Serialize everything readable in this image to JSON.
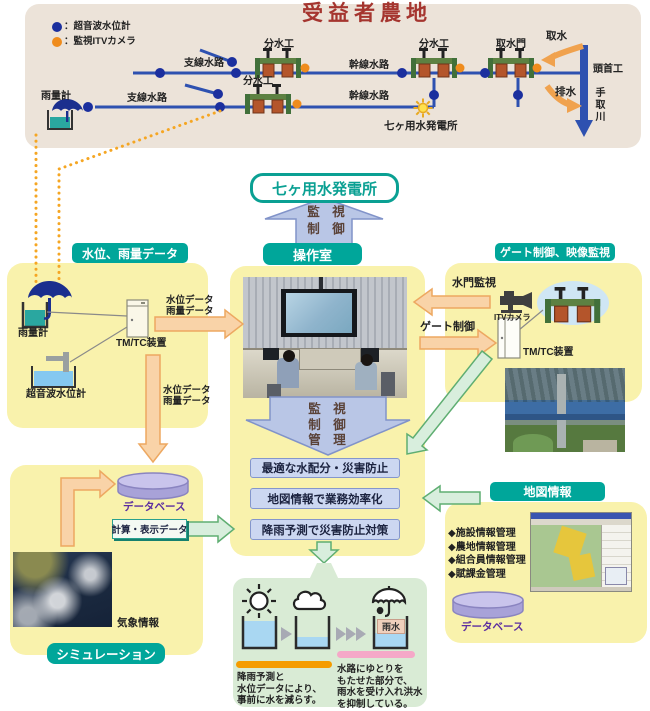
{
  "colors": {
    "teal_header": "#00a69a",
    "panel_yellow": "#f9f2ac",
    "farmland_beige": "#ece3d9",
    "title_red": "#a5352f",
    "channel_blue": "#2e51b0",
    "sensor_dot_blue": "#1b2f9e",
    "itv_dot_orange": "#ef8c1d",
    "peach_arrow": "#f9d3a8",
    "green_arrow": "#d8eedd",
    "blue_arrow": "#b9c6e6",
    "goal_box_blue": "#ccd7f1",
    "database_purple": "#a8a2d8",
    "note_green": "#d9ebd5",
    "bar_orange": "#f59c00",
    "bar_pink": "#f5a8c8"
  },
  "farmland": {
    "title": "受益者農地",
    "legend": [
      {
        "icon": "blue-dot",
        "label": "：超音波水位計"
      },
      {
        "icon": "orange-dot",
        "label": "：監視ITVカメラ"
      }
    ],
    "labels": {
      "rain_gauge": "雨量計",
      "branch_channel_1": "支線水路",
      "branch_channel_2": "支線水路",
      "main_channel_1": "幹線水路",
      "main_channel_2": "幹線水路",
      "diversion_1": "分水工",
      "diversion_2": "分水工",
      "diversion_3": "分水工",
      "intake_gate": "取水門",
      "intake": "取水",
      "drainage": "排水",
      "headworks": "頭首工",
      "river": "手取川",
      "power_station": "七ヶ用水発電所"
    }
  },
  "hub": {
    "power_station": "七ヶ用水発電所",
    "up_arrow": [
      "監　視",
      "制　御"
    ],
    "control_room": "操作室",
    "down_arrow": [
      "監　視",
      "制　御",
      "管　理"
    ],
    "goals": [
      "最適な水配分・災害防止",
      "地図情報で業務効率化",
      "降雨予測で災害防止対策"
    ]
  },
  "water_level_panel": {
    "header": "水位、雨量データ",
    "rain_gauge": "雨量計",
    "tmtc": "TM/TC装置",
    "ultrasonic": "超音波水位計",
    "data_out": [
      "水位データ",
      "雨量データ"
    ],
    "data_down": [
      "水位データ",
      "雨量データ"
    ]
  },
  "gate_panel": {
    "header": "ゲート制御、映像監視",
    "gate_monitoring": "水門監視",
    "itv_camera": "ITVカメラ",
    "gate_control": "ゲート制御",
    "tmtc": "TM/TC装置"
  },
  "simulation_panel": {
    "database": "データベース",
    "calc_display": "計算・表示データ",
    "weather_info": "気象情報",
    "header": "シミュレーション"
  },
  "map_panel": {
    "header": "地図情報",
    "features": [
      "◆施設情報管理",
      "◆農地情報管理",
      "◆組合員情報管理",
      "◆賦課金管理"
    ],
    "database": "データベース"
  },
  "flood_note": {
    "rainwater": "雨水",
    "left_lines": [
      "降雨予測と",
      "水位データにより、",
      "事前に水を減らす。"
    ],
    "right_lines": [
      "水路にゆとりを",
      "もたせた部分で、",
      "雨水を受け入れ洪水",
      "を抑制している。"
    ]
  }
}
